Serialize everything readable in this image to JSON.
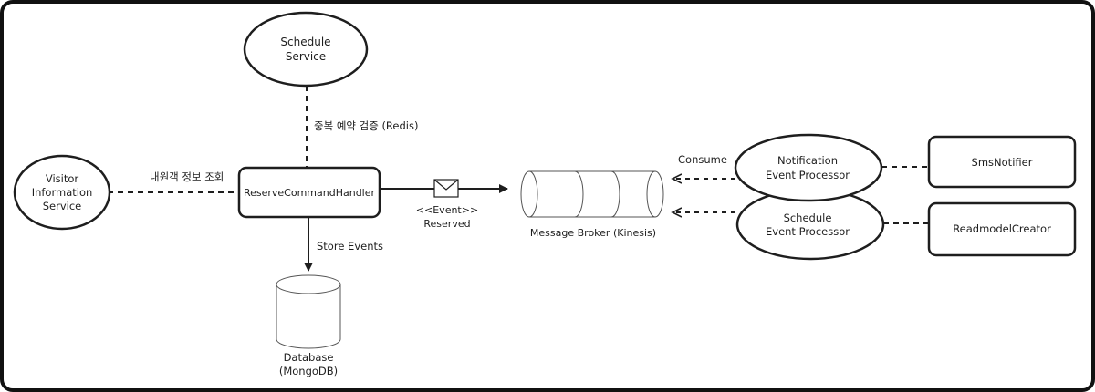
{
  "nodes": {
    "schedule_service": [
      "Schedule",
      "Service"
    ],
    "visitor_service": [
      "Visitor",
      "Information",
      "Service"
    ],
    "command_handler": "ReserveCommandHandler",
    "notification_processor": [
      "Notification",
      "Event Processor"
    ],
    "schedule_processor": [
      "Schedule",
      "Event Processor"
    ],
    "sms_notifier": "SmsNotifier",
    "readmodel_creator": "ReadmodelCreator",
    "message_broker": "Message Broker (Kinesis)",
    "database": [
      "Database",
      "(MongoDB)"
    ]
  },
  "edges": {
    "duplicate_check": "중복 예약 검증 (Redis)",
    "visitor_lookup": "내원객 정보 조회",
    "event_reserved": [
      "<<Event>>",
      "Reserved"
    ],
    "store_events": "Store Events",
    "consume": "Consume"
  },
  "colors": {
    "stroke": "#1e1e1e",
    "background": "#ffffff"
  },
  "icons": [
    "envelope-icon",
    "arrowhead-icon"
  ]
}
